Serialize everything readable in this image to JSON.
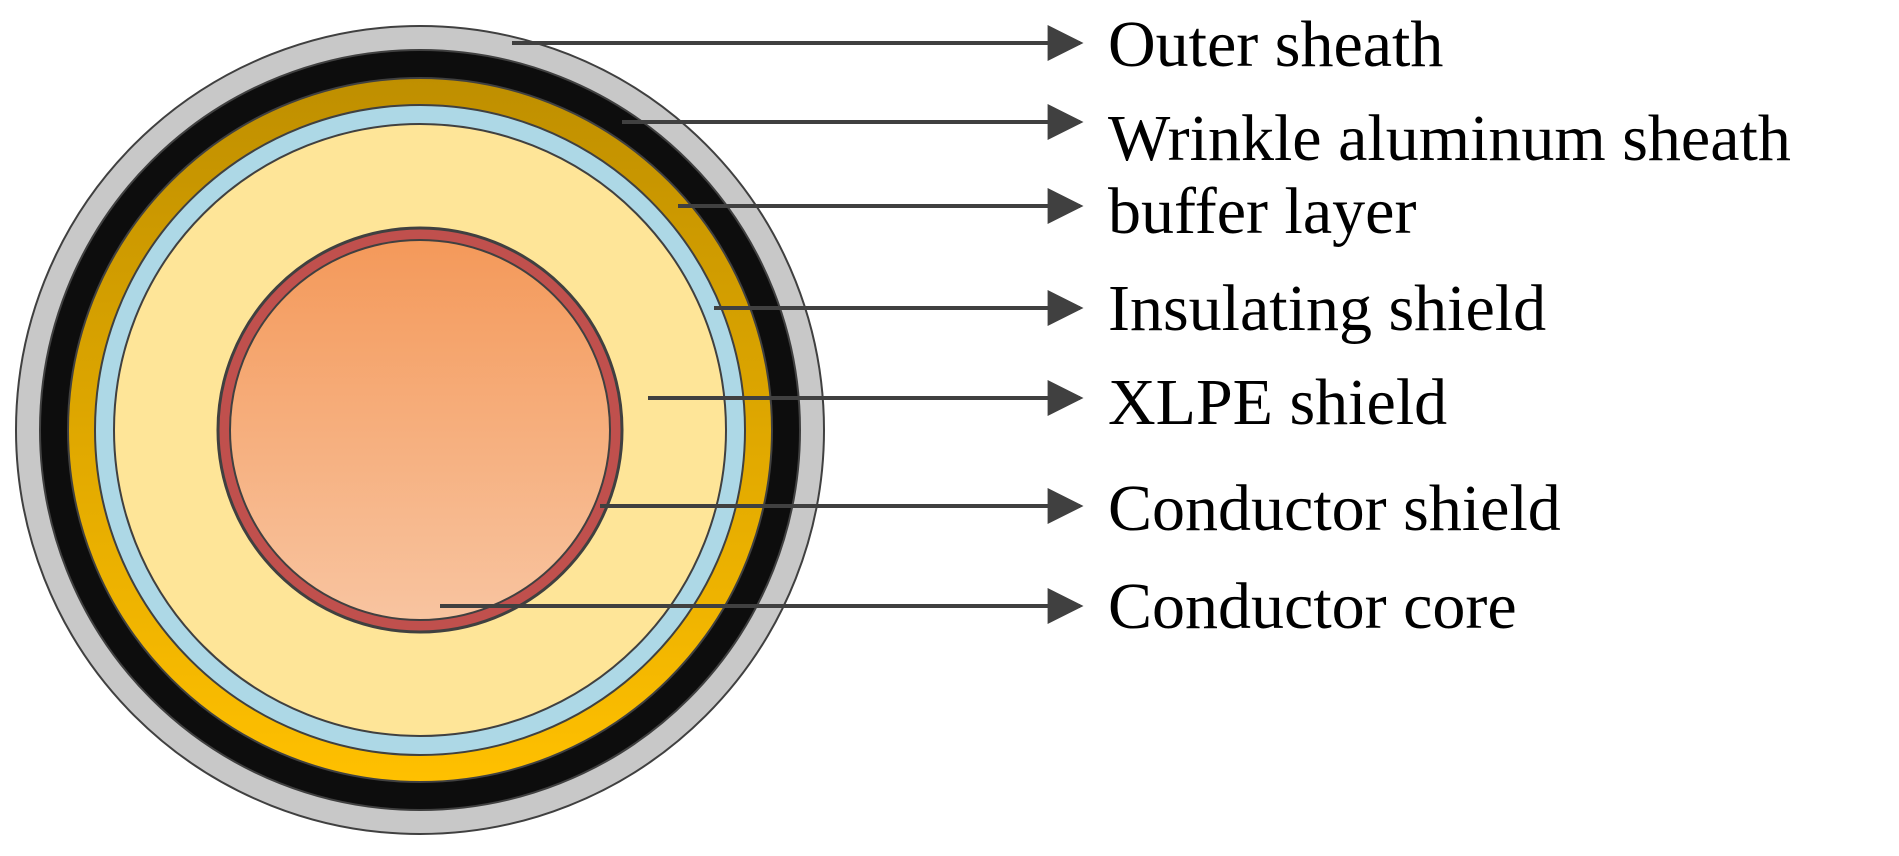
{
  "diagram": {
    "layers": [
      {
        "name": "Outer sheath",
        "fill": "#c8c8c8"
      },
      {
        "name": "Wrinkle aluminum sheath",
        "fill": "#0d0d0d"
      },
      {
        "name": "buffer layer",
        "fill_top": "#bf8f00",
        "fill_bottom": "#ffc000"
      },
      {
        "name": "Insulating shield",
        "fill": "#add8e6"
      },
      {
        "name": "XLPE shield",
        "fill": "#fee598"
      },
      {
        "name": "Conductor shield",
        "fill": "#c0504d"
      },
      {
        "name": "Conductor core",
        "fill_top": "#f4995a",
        "fill_bottom": "#f8c4a0"
      }
    ],
    "outline_color": "#404040",
    "leader_color": "#404040"
  }
}
